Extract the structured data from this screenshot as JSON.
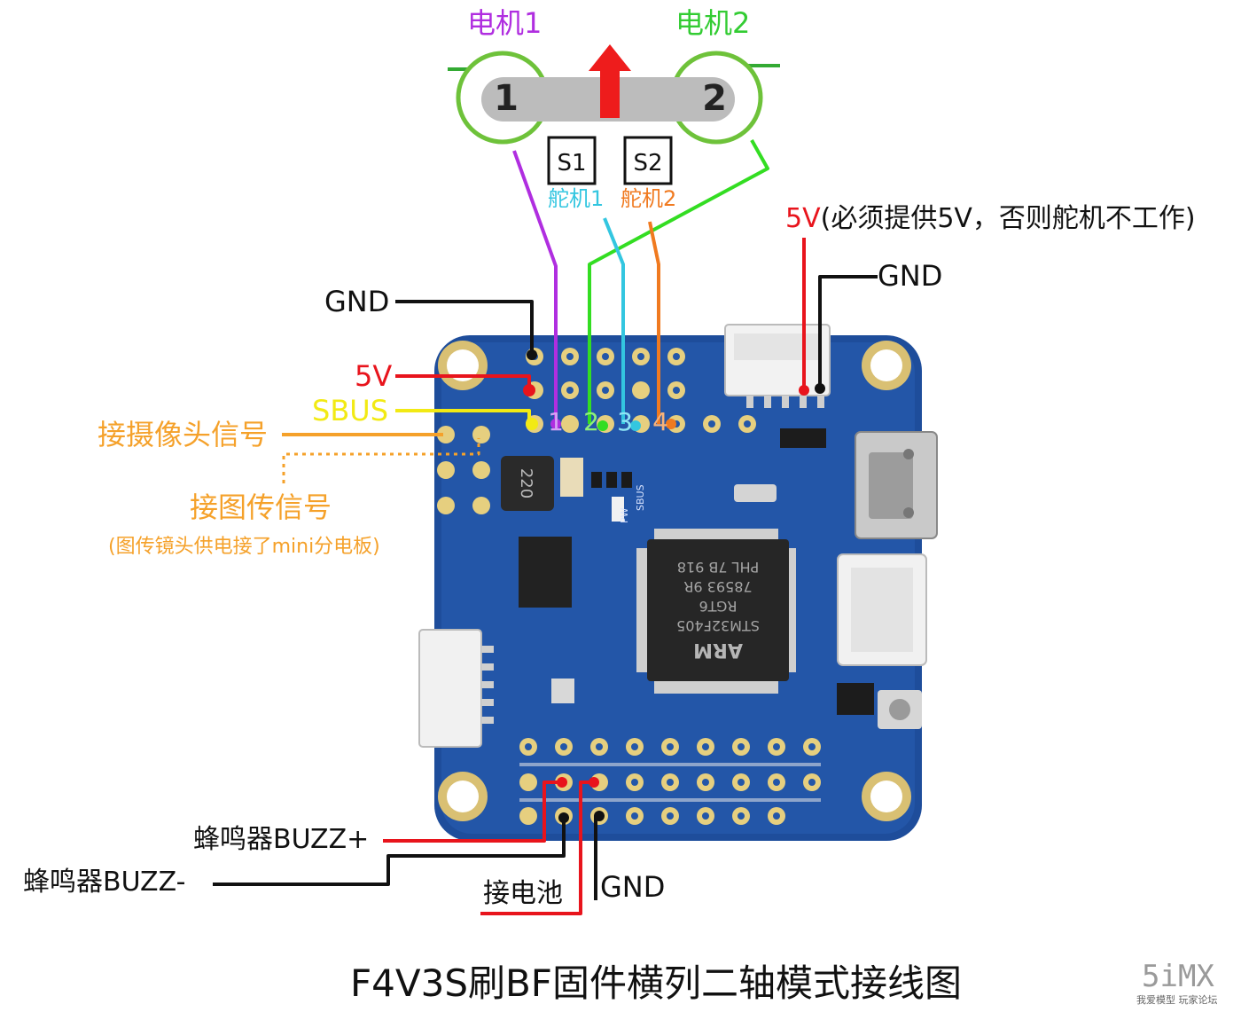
{
  "motors": {
    "motor1_label": "电机1",
    "motor2_label": "电机2",
    "motor1_number": "1",
    "motor2_number": "2"
  },
  "servos": {
    "s1_box": "S1",
    "s2_box": "S2",
    "s1_label": "舵机1",
    "s2_label": "舵机2"
  },
  "labels": {
    "gnd_top": "GND",
    "vcc_5v_left": "5V",
    "sbus": "SBUS",
    "camera_signal": "接摄像头信号",
    "vtx_signal": "接图传信号",
    "vtx_note": "(图传镜头供电接了mini分电板)",
    "servo_power_5v": "5V",
    "servo_power_note": "(必须提供5V，否则舵机不工作)",
    "gnd_right": "GND",
    "buzz_plus": "蜂鸣器BUZZ+",
    "buzz_minus": "蜂鸣器BUZZ-",
    "battery": "接电池",
    "gnd_bottom": "GND",
    "pin1": "1",
    "pin2": "2",
    "pin3": "3",
    "pin4": "4"
  },
  "pcb_silkscreen": {
    "chip_brand": "ARM",
    "chip_model": "STM32F405",
    "chip_line2": "RGT6",
    "chip_line3": "78593 9R",
    "chip_line4": "PHL 7B 918",
    "inductor": "220",
    "pwm_label": "PW",
    "sbus_silk": "SBUS"
  },
  "title": "F4V3S刷BF固件横列二轴模式接线图",
  "watermark": {
    "logo": "5iMX",
    "sub": "我爱模型 玩家论坛"
  },
  "colors": {
    "motor1": "#b02ee0",
    "motor2": "#33cc33",
    "servo1": "#33c6e0",
    "servo2": "#f07a20",
    "red": "#e8141c",
    "black": "#111111",
    "yellow": "#f2ea14",
    "orange": "#f5a12a",
    "pcb_blue": "#1f4f9e"
  }
}
